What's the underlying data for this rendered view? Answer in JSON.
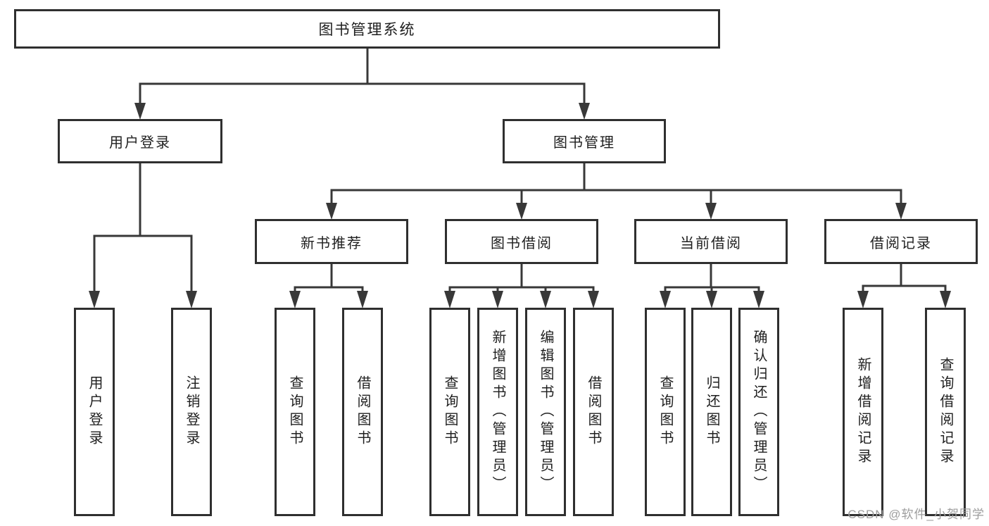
{
  "root": {
    "label": "图书管理系统"
  },
  "branches": [
    {
      "label": "用户登录",
      "leaves": [
        "用户登录",
        "注销登录"
      ]
    },
    {
      "label": "图书管理",
      "children": [
        {
          "label": "新书推荐",
          "leaves": [
            "查询图书",
            "借阅图书"
          ]
        },
        {
          "label": "图书借阅",
          "leaves": [
            "查询图书",
            "新增图书（管理员）",
            "编辑图书（管理员）",
            "借阅图书"
          ]
        },
        {
          "label": "当前借阅",
          "leaves": [
            "查询图书",
            "归还图书",
            "确认归还（管理员）"
          ]
        },
        {
          "label": "借阅记录",
          "leaves": [
            "新增借阅记录",
            "查询借阅记录"
          ]
        }
      ]
    }
  ],
  "watermark": {
    "text": "CSDN @软件_小贺同学"
  },
  "colors": {
    "line": "#383838",
    "box_border": "#2f2f2f",
    "text": "#1f1f1f",
    "watermark": "#9d9d9d",
    "background": "#ffffff"
  }
}
